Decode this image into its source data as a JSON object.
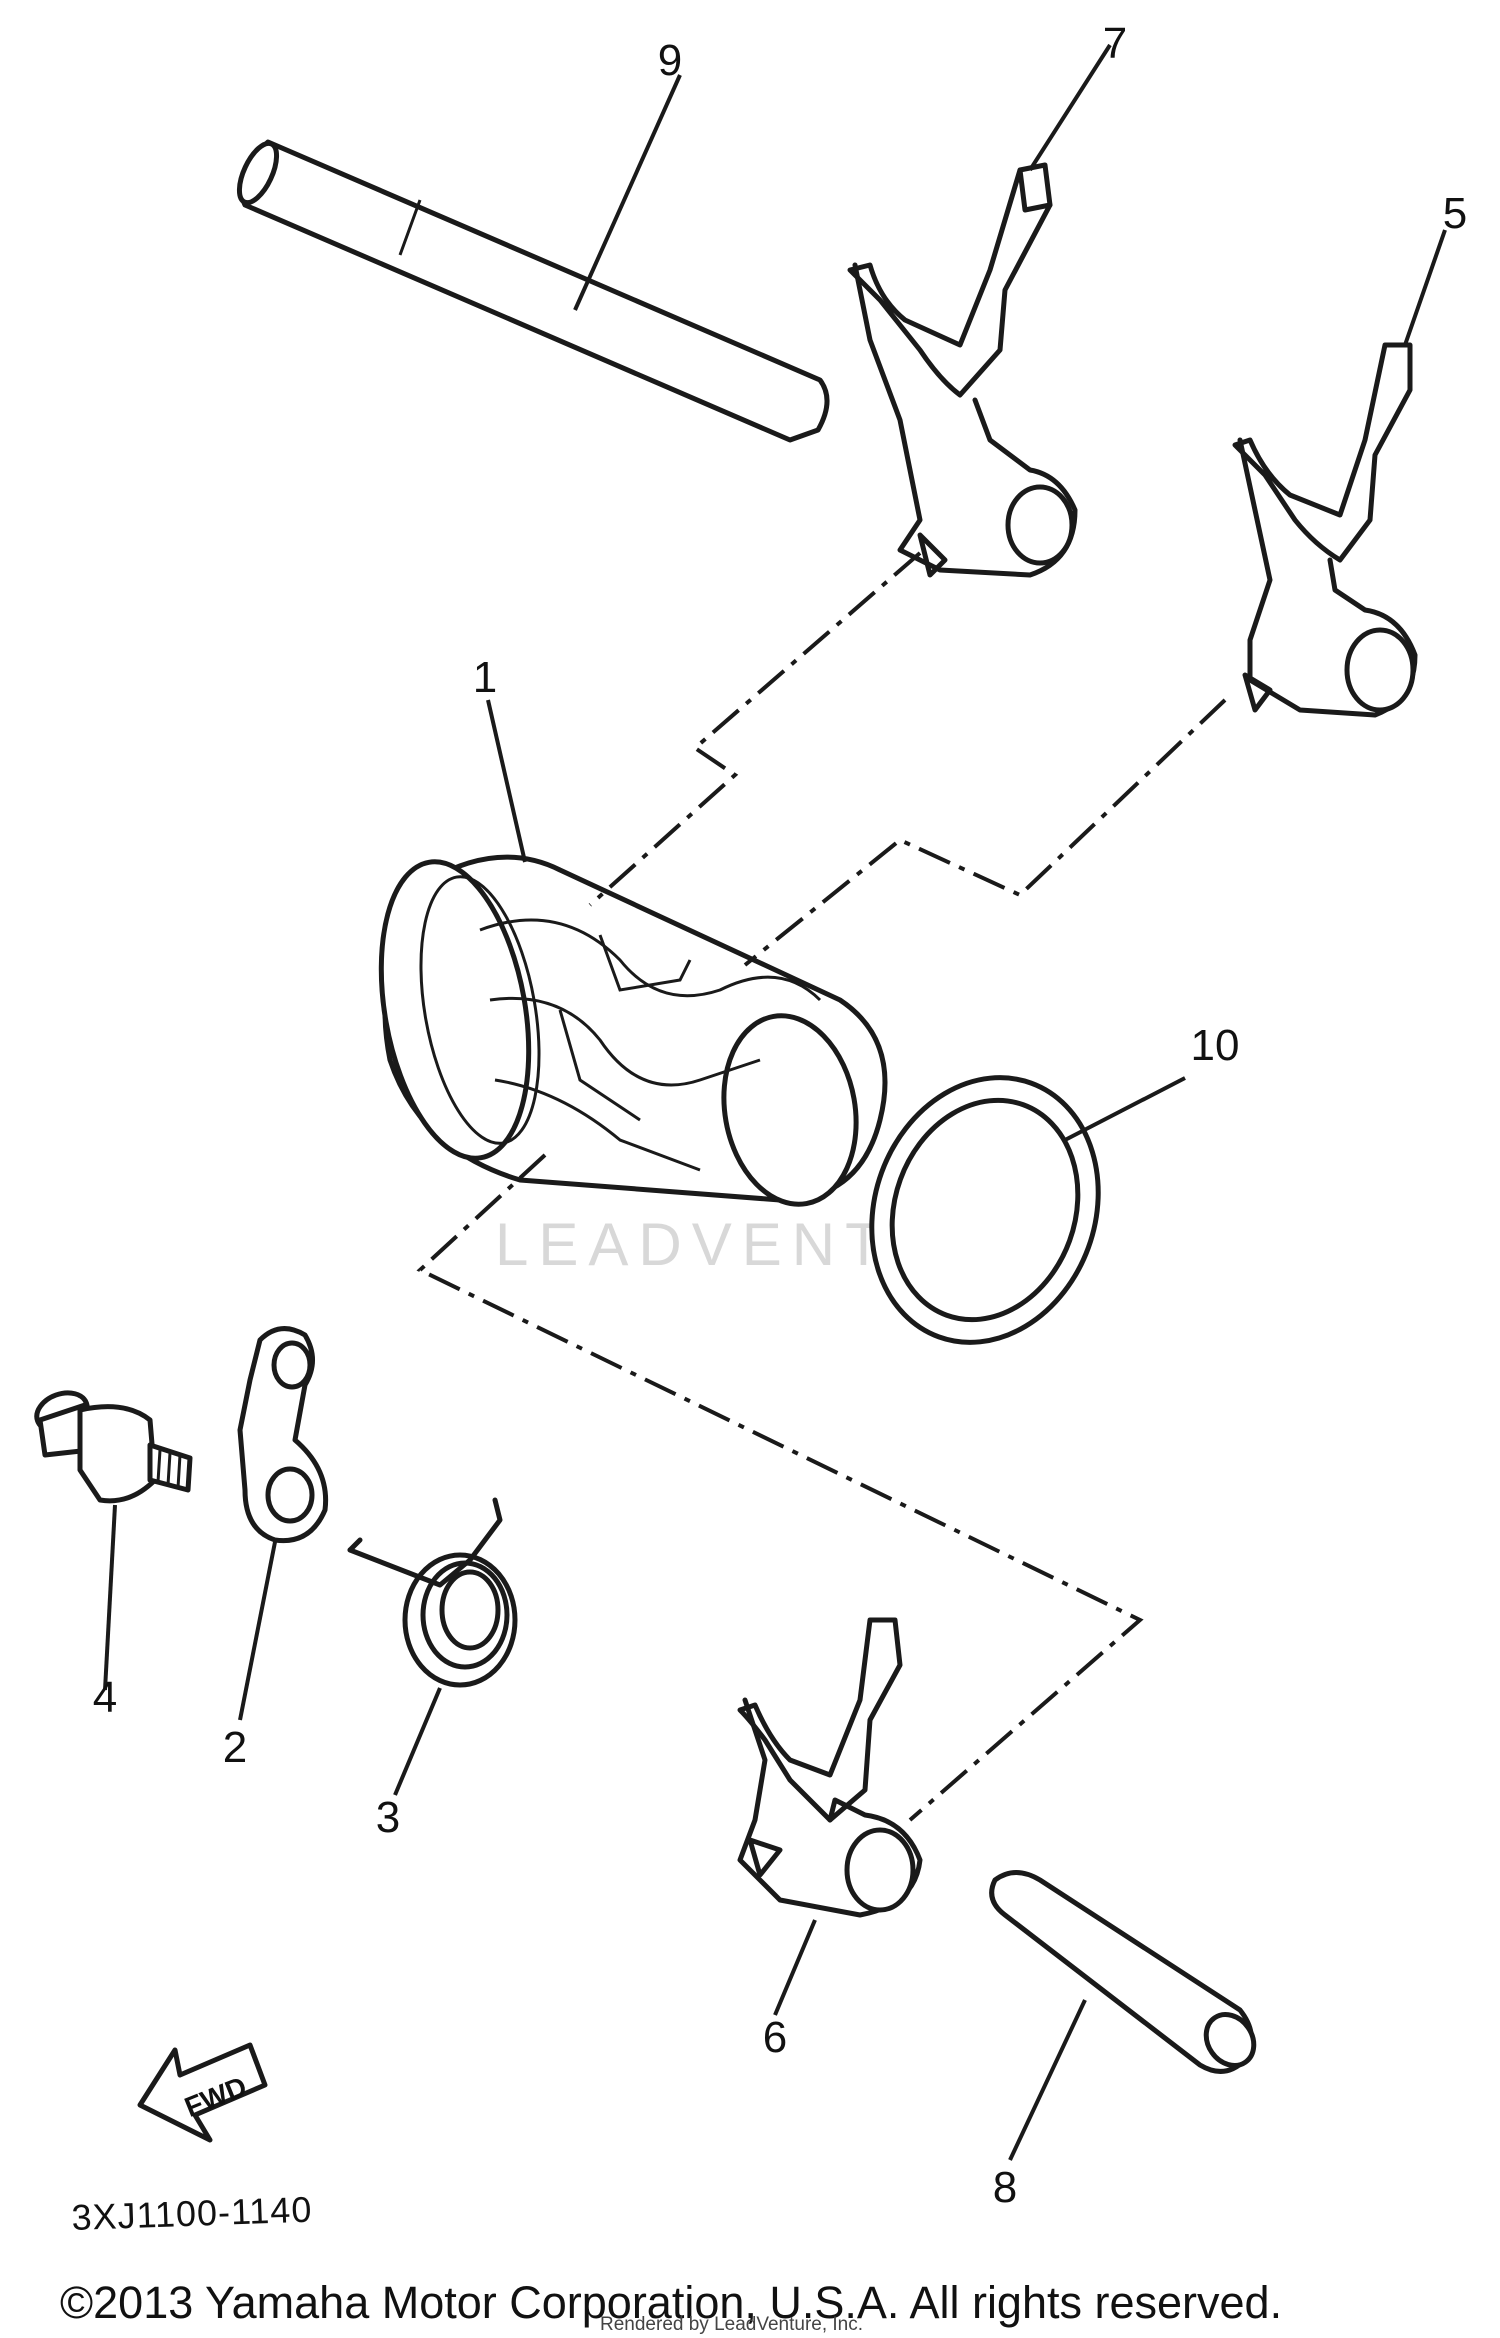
{
  "callouts": {
    "c1": "1",
    "c2": "2",
    "c3": "3",
    "c4": "4",
    "c5": "5",
    "c6": "6",
    "c7": "7",
    "c8": "8",
    "c9": "9",
    "c10": "10"
  },
  "arrow_label": "FWD",
  "watermark": "LEADVENTURE",
  "drawing_number": "3XJ1100-1140",
  "copyright": "©2013 Yamaha Motor Corporation, U.S.A. All rights reserved.",
  "overlay_text": "Rendered by LeadVenture, Inc."
}
